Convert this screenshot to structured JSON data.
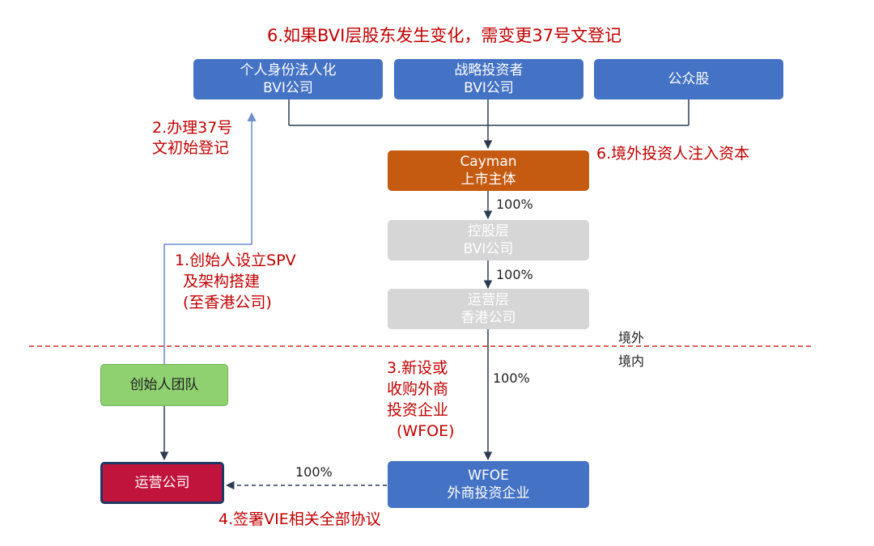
{
  "title": "6.如果BVI层股东发生变化，需变更37号文登记",
  "boxes": {
    "personal_bvi": [
      "个人身份法人化",
      "BVI公司"
    ],
    "strategic_bvi": [
      "战略投资者",
      "BVI公司"
    ],
    "public": [
      "公众股"
    ],
    "cayman": [
      "Cayman",
      "上市主体"
    ],
    "holding_bvi": [
      "控股层",
      "BVI公司"
    ],
    "hk_ops": [
      "运营层",
      "香港公司"
    ],
    "founders": [
      "创始人团队"
    ],
    "op_company": [
      "运营公司"
    ],
    "wfoe": [
      "WFOE",
      "外商投资企业"
    ]
  },
  "notes": {
    "step2": [
      "2.办理37号",
      "文初始登记"
    ],
    "step6_inject": "6.境外投资人注入资本",
    "step1": [
      "1.创始人设立SPV",
      "及架构搭建",
      "(至香港公司)"
    ],
    "step3": [
      "3.新设或",
      "收购外商",
      "投资企业",
      "(WFOE)"
    ],
    "step4": "4.签署VIE相关全部协议"
  },
  "percentages": {
    "cayman_to_holding": "100%",
    "holding_to_hk": "100%",
    "hk_to_wfoe": "100%",
    "wfoe_to_op": "100%"
  },
  "regions": {
    "offshore": "境外",
    "onshore": "境内"
  },
  "colors": {
    "blue_box": "#4472c4",
    "orange_box": "#c55a11",
    "gray_box": "#d6d6d6",
    "green_box": "#8fd071",
    "red_box": "#c0143c",
    "note_text": "#c00000",
    "dashed_line": "#c00000"
  }
}
